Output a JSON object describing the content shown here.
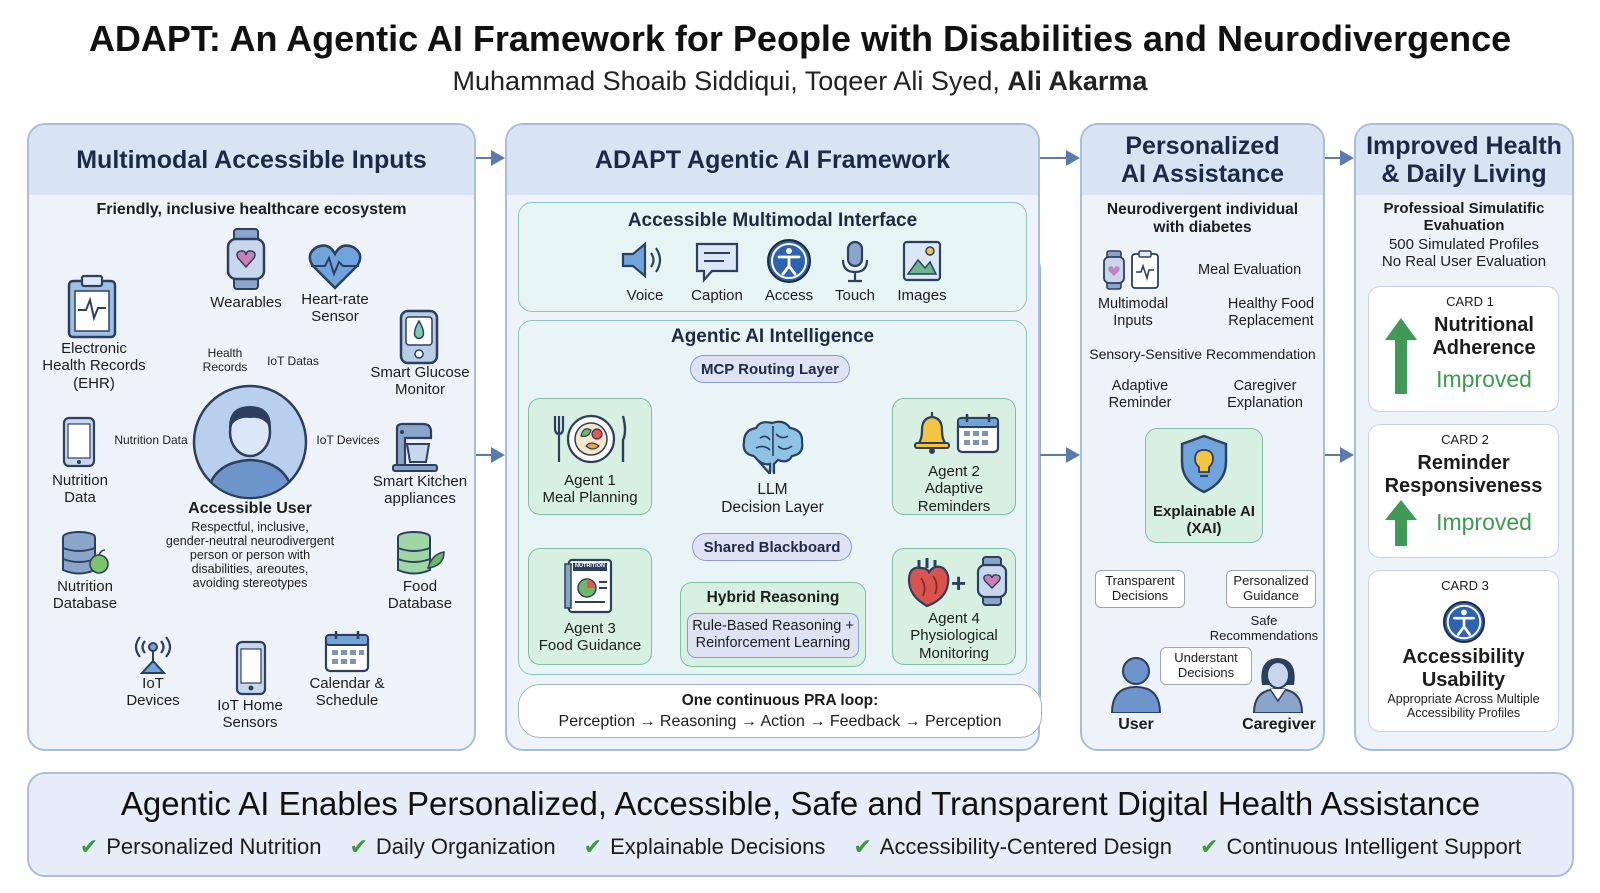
{
  "title": "ADAPT: An Agentic AI Framework for People with Disabilities and Neurodivergence",
  "authors_plain": "Muhammad Shoaib Siddiqui, Toqeer Ali Syed,",
  "authors_bold": "Ali Akarma",
  "inputs": {
    "header": "Multimodal Accessible Inputs",
    "subtitle": "Friendly, inclusive healthcare ecosystem",
    "ehr": "Electronic\nHealth Records\n(EHR)",
    "wearables": "Wearables",
    "heart": "Heart-rate\nSensor",
    "glucose": "Smart Glucose\nMonitor",
    "kitchen": "Smart Kitchen\nappliances",
    "food_db": "Food\nDatabase",
    "calendar": "Calendar &\nSchedule",
    "iot_home": "IoT Home\nSensors",
    "iot_devices": "IoT\nDevices",
    "nutrition_db": "Nutrition\nDatabase",
    "nutrition_data": "Nutrition\nData",
    "edge_health": "Health\nRecords",
    "edge_iot_datas": "IoT Datas",
    "edge_nutrition": "Nutrition Data",
    "edge_iot_devices": "IoT Devices",
    "user_title": "Accessible User",
    "user_desc": "Respectful, inclusive,\ngender-neutral neurodivergent\nperson or person with\ndisabilities, areoutes,\navoiding stereotypes"
  },
  "framework": {
    "header": "ADAPT Agentic AI Framework",
    "interface_title": "Accessible Multimodal Interface",
    "modes": [
      "Voice",
      "Caption",
      "Access",
      "Touch",
      "Images"
    ],
    "intel_title": "Agentic AI Intelligence",
    "mcp": "MCP Routing Layer",
    "llm": "LLM\nDecision Layer",
    "blackboard": "Shared Blackboard",
    "agent1": "Agent 1\nMeal Planning",
    "agent2": "Agent 2\nAdaptive\nReminders",
    "agent3": "Agent 3\nFood Guidance",
    "agent4": "Agent 4\nPhysiological\nMonitoring",
    "nutrition_tag": "NUTRITION",
    "hybrid_title": "Hybrid Reasoning",
    "hybrid_desc": "Rule-Based Reasoning +\nReinforcement Learning",
    "pra_title": "One continuous PRA loop:",
    "pra_steps": [
      "Perception",
      "Reasoning",
      "Action",
      "Feedback",
      "Perception"
    ]
  },
  "assist": {
    "header": "Personalized\nAI Assistance",
    "subtitle": "Neurodivergent individual\nwith diabetes",
    "multimodal": "Multimodal\nInputs",
    "meal_eval": "Meal Evaluation",
    "healthy_food": "Healthy Food\nReplacement",
    "sensory": "Sensory-Sensitive Recommendation",
    "adaptive": "Adaptive\nReminder",
    "caregiver_exp": "Caregiver\nExplanation",
    "xai": "Explainable AI\n(XAI)",
    "transparent": "Transparent\nDecisions",
    "guidance": "Personalized\nGuidance",
    "safe": "Safe\nRecommendations",
    "understant": "Understant\nDecisions",
    "user": "User",
    "caregiver": "Caregiver"
  },
  "outcomes": {
    "header": "Improved Health\n& Daily Living",
    "eval": "Professioal Simulatific\nEvahuation",
    "profiles": "500 Simulated Profiles\nNo Real User Evaluation",
    "card1_tag": "CARD 1",
    "card1_title": "Nutritional\nAdherence",
    "card1_status": "Improved",
    "card2_tag": "CARD 2",
    "card2_title": "Reminder\nResponsiveness",
    "card2_status": "Improved",
    "card3_tag": "CARD 3",
    "card3_title": "Accessibility\nUsability",
    "card3_desc": "Appropriate Across Multiple\nAccessibility Profiles"
  },
  "footer": {
    "headline": "Agentic AI Enables Personalized, Accessible, Safe and Transparent Digital Health Assistance",
    "benefits": [
      "Personalized Nutrition",
      "Daily Organization",
      "Explainable Decisions",
      "Accessibility-Centered Design",
      "Continuous Intelligent Support"
    ]
  },
  "colors": {
    "panel": "#eef3fa",
    "header": "#d8e3f3",
    "agent": "#d8f0e2",
    "arrow": "#5b7bb0",
    "check": "#3d9b3c",
    "improved": "#3b9b4f"
  }
}
